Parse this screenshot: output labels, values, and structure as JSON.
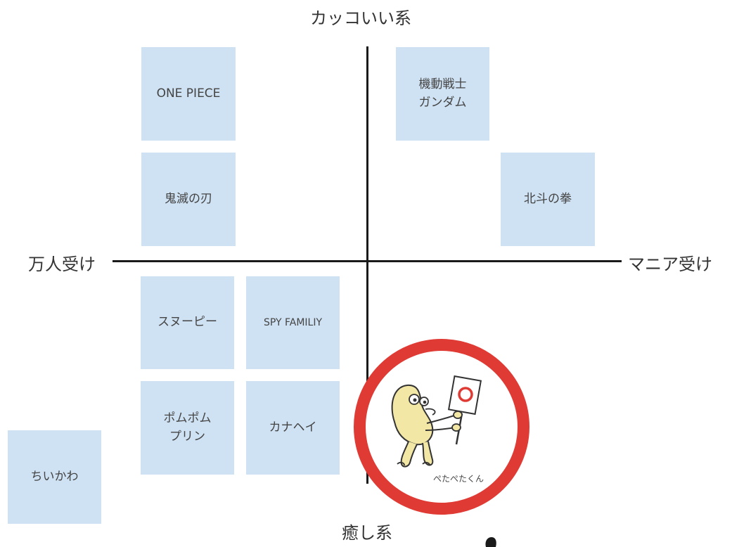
{
  "axes": {
    "top": "カッコいい系",
    "bottom": "癒し系",
    "left": "万人受け",
    "right": "マニア受け"
  },
  "notes": [
    {
      "id": "one-piece",
      "label": "ONE PIECE"
    },
    {
      "id": "gundam",
      "label": "機動戦士\nガンダム"
    },
    {
      "id": "kimetsu",
      "label": "鬼滅の刃"
    },
    {
      "id": "hokuto",
      "label": "北斗の拳"
    },
    {
      "id": "snoopy",
      "label": "スヌーピー"
    },
    {
      "id": "spy-family",
      "label": "SPY FAMILIY"
    },
    {
      "id": "pompompurin",
      "label": "ポムポム\nプリン"
    },
    {
      "id": "kanahei",
      "label": "カナヘイ"
    },
    {
      "id": "chiikawa",
      "label": "ちいかわ"
    }
  ],
  "highlight": {
    "label": "ぺたぺたくん",
    "ring_color": "#e03a34",
    "sign_mark_color": "#e03a34"
  },
  "colors": {
    "note_bg": "#cfe2f3",
    "axis": "#1a1a1a",
    "character": "#f3e7a5"
  }
}
